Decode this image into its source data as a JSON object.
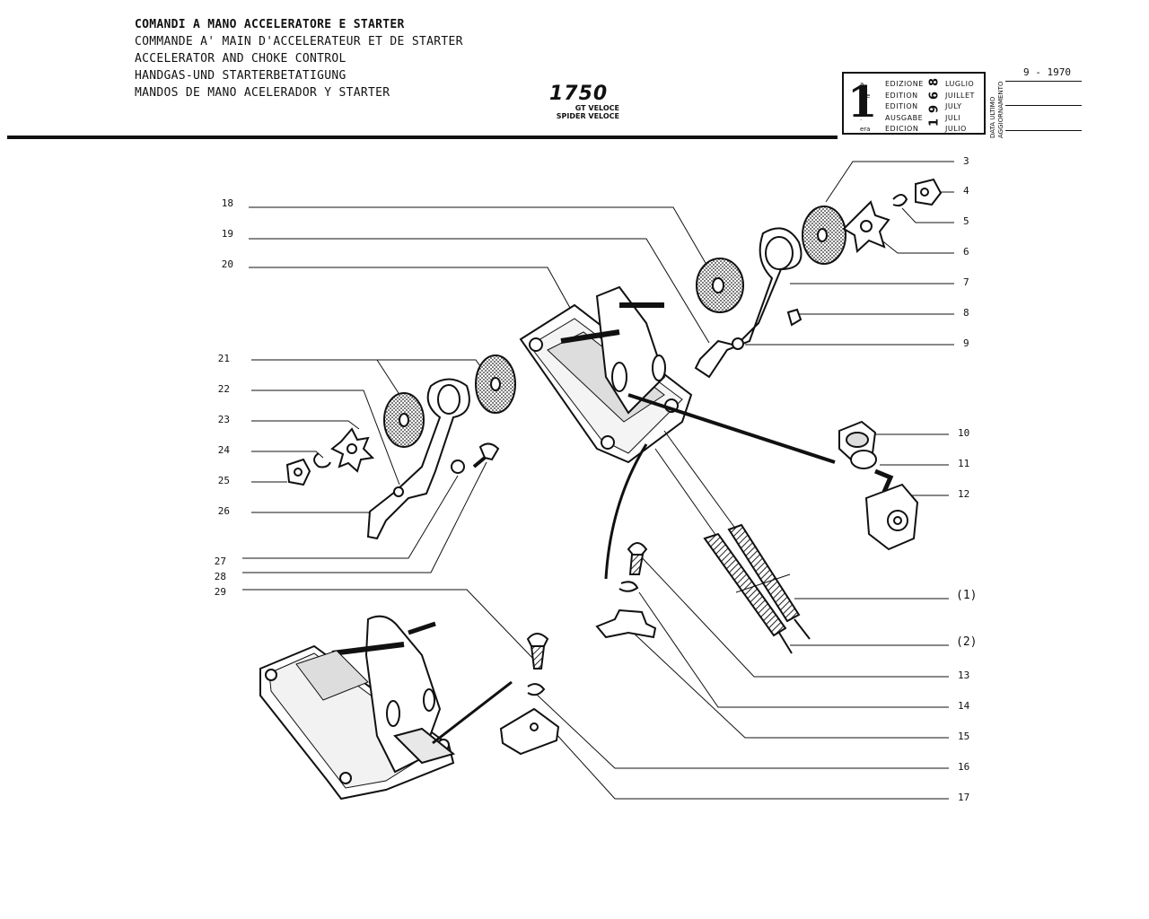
{
  "title_lines": [
    "COMANDI A MANO ACCELERATORE E STARTER",
    "COMMANDE A' MAIN D'ACCELERATEUR ET DE STARTER",
    "ACCELERATOR AND CHOKE CONTROL",
    "HANDGAS-UND STARTERBETATIGUNG",
    "MANDOS DE MANO ACELERADOR Y STARTER"
  ],
  "model": {
    "name": "1750",
    "variant_1": "GT VELOCE",
    "variant_2": "SPIDER VELOCE"
  },
  "edition": {
    "big_number": "1",
    "suffixes": [
      "a",
      "ere",
      "st",
      ".",
      "era"
    ],
    "words": [
      "EDIZIONE",
      "EDITION",
      "EDITION",
      "AUSGABE",
      "EDICION"
    ],
    "year": "1968",
    "months": [
      "LUGLIO",
      "JUILLET",
      "JULY",
      "JULI",
      "JULIO"
    ]
  },
  "update": {
    "label_1": "DATA ULTIMO",
    "label_2": "AGGIORNAMENTO",
    "date": "9 - 1970"
  },
  "callouts_left": [
    "18",
    "19",
    "20",
    "21",
    "22",
    "23",
    "24",
    "25",
    "26",
    "27",
    "28",
    "29"
  ],
  "callouts_right": [
    "3",
    "4",
    "5",
    "6",
    "7",
    "8",
    "9",
    "10",
    "11",
    "12",
    "(1)",
    "(2)",
    "13",
    "14",
    "15",
    "16",
    "17"
  ]
}
